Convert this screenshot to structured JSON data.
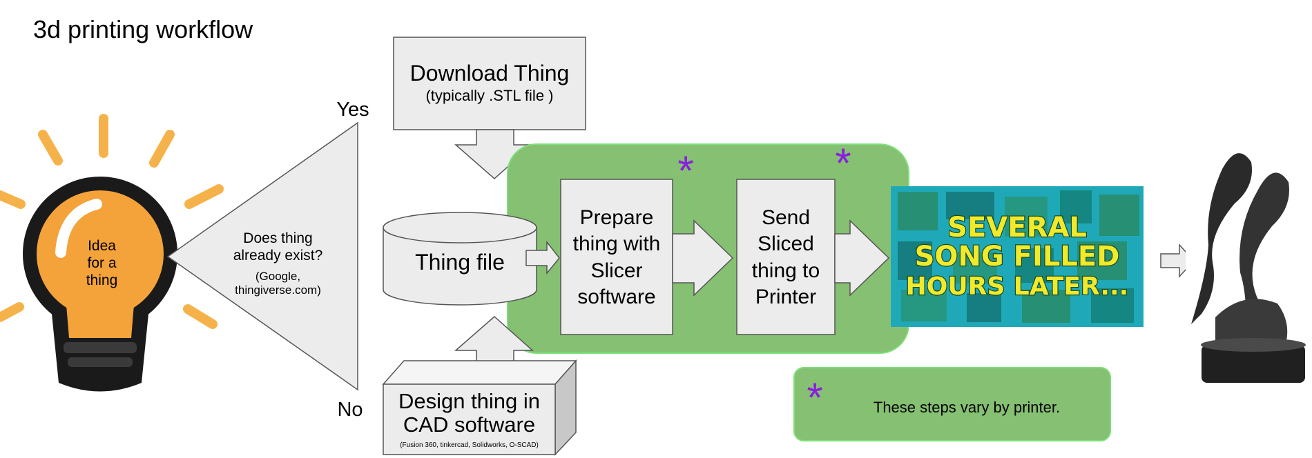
{
  "title": "3d printing workflow",
  "nodes": {
    "idea": "Idea\nfor a\nthing",
    "decision": {
      "question": "Does thing\nalready exist?",
      "hint": "(Google,\nthingiverse.com)"
    },
    "yes_label": "Yes",
    "no_label": "No",
    "download": {
      "title": "Download Thing",
      "subtitle": "(typically .STL file )"
    },
    "thing_file": "Thing file",
    "design": {
      "title": "Design thing in\nCAD software",
      "subtitle": "(Fusion 360, tinkercad, Solidworks, O-SCAD)"
    },
    "prepare": "Prepare\nthing with\nSlicer\nsoftware",
    "send": "Send\nSliced\nthing to\nPrinter",
    "poster": [
      "SEVERAL",
      "SONG FILLED",
      "HOURS LATER..."
    ]
  },
  "asterisk": "*",
  "legend": "These steps vary by printer.",
  "colors": {
    "green_panel": "#86c072",
    "green_border": "#7ee07a",
    "asterisk": "#8a1de0",
    "bulb": "#f4a23a",
    "ray": "#f6b24a",
    "shape_fill": "#ececec",
    "shape_stroke": "#555555",
    "poster_bg": "#1fa9b8",
    "poster_text": "#f1ea2c"
  }
}
